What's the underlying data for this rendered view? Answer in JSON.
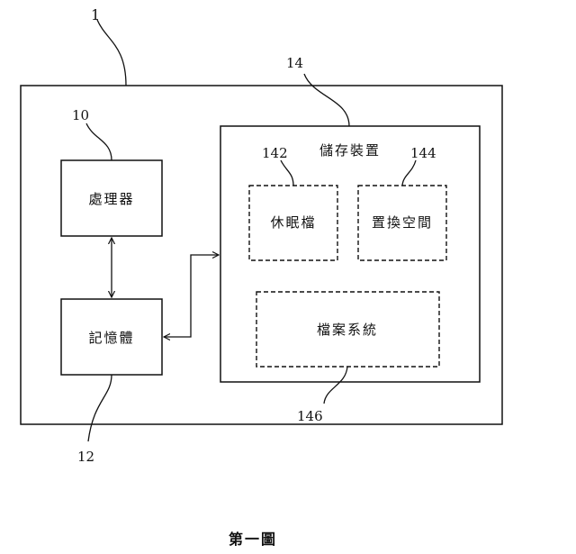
{
  "diagram": {
    "system": {
      "ref": "1"
    },
    "processor": {
      "ref": "10",
      "label": "處理器"
    },
    "memory": {
      "ref": "12",
      "label": "記憶體"
    },
    "storage": {
      "ref": "14",
      "label": "儲存裝置"
    },
    "hibernation_file": {
      "ref": "142",
      "label": "休眠檔"
    },
    "swap_space": {
      "ref": "144",
      "label": "置換空間"
    },
    "file_system": {
      "ref": "146",
      "label": "檔案系統"
    },
    "caption": "第一圖"
  }
}
